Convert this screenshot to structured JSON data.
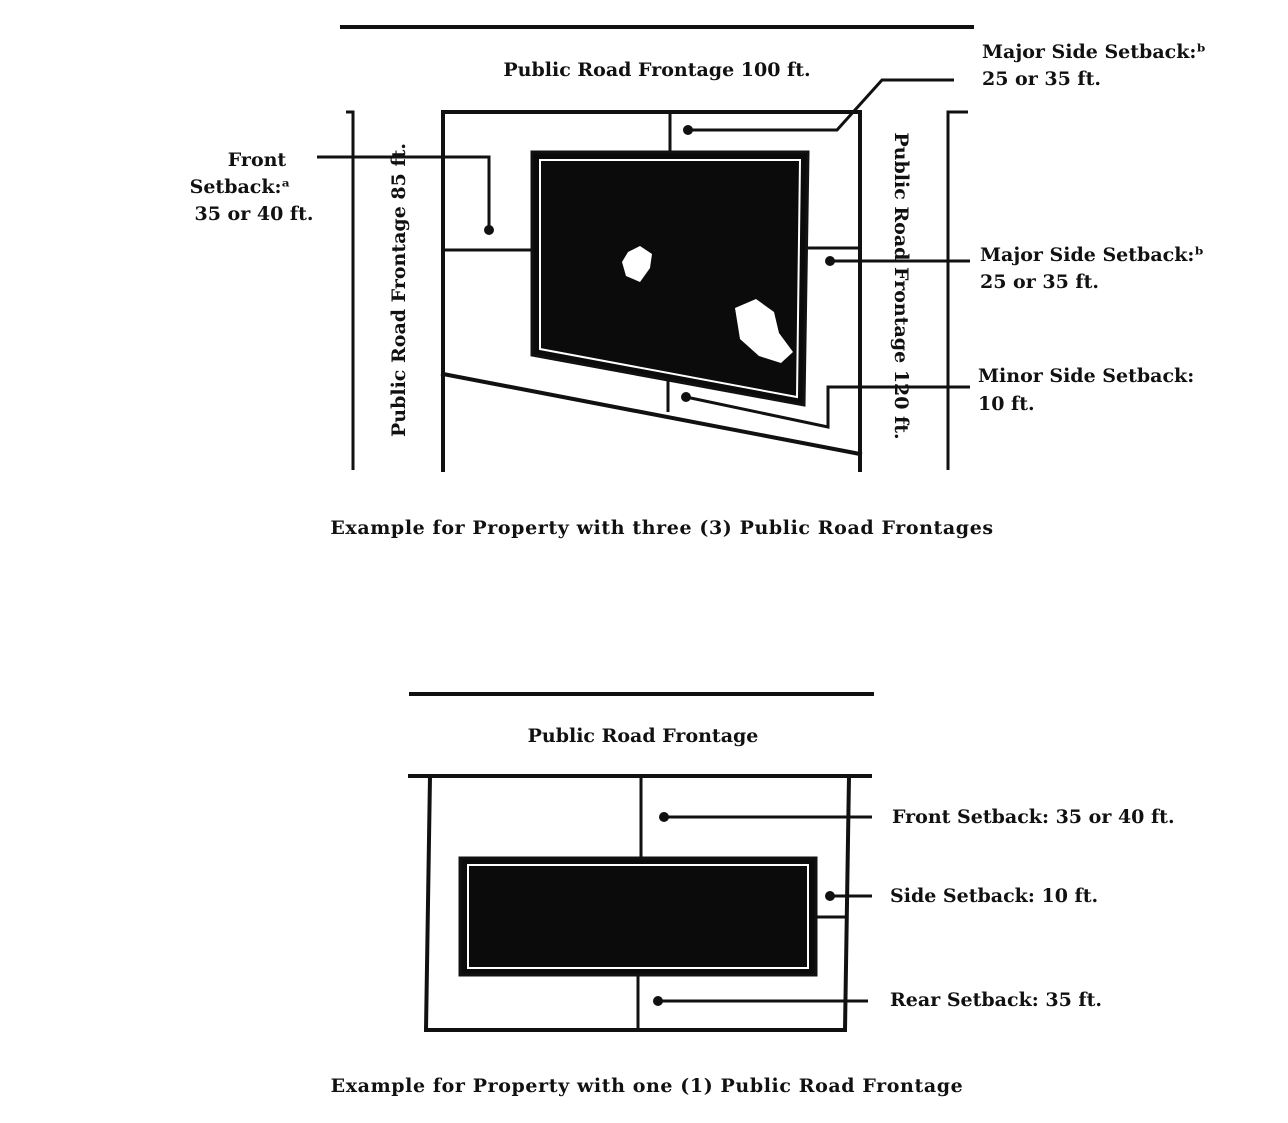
{
  "top_example": {
    "road_top_label": "Public Road Frontage 100 ft.",
    "road_left_label": "Public Road Frontage 85 ft.",
    "road_right_label": "Public Road Frontage 120 ft.",
    "front_setback": {
      "line1": "Front",
      "line2": "Setback:ᵃ",
      "line3": "35 or 40 ft."
    },
    "major_side_setback_top": {
      "line1": "Major Side Setback:ᵇ",
      "line2": "25 or 35 ft."
    },
    "major_side_setback_mid": {
      "line1": "Major Side Setback:ᵇ",
      "line2": "25 or 35 ft."
    },
    "minor_side_setback": {
      "line1": "Minor Side Setback:",
      "line2": "10 ft."
    },
    "caption": "Example for Property with three (3) Public Road Frontages"
  },
  "bottom_example": {
    "road_label": "Public Road Frontage",
    "front_setback": "Front Setback: 35 or 40 ft.",
    "side_setback": "Side Setback: 10 ft.",
    "rear_setback": "Rear Setback: 35 ft.",
    "caption": "Example for Property with one (1) Public Road Frontage"
  },
  "colors": {
    "ink": "#111111",
    "building": "#0b0b0b",
    "background": "#ffffff"
  }
}
